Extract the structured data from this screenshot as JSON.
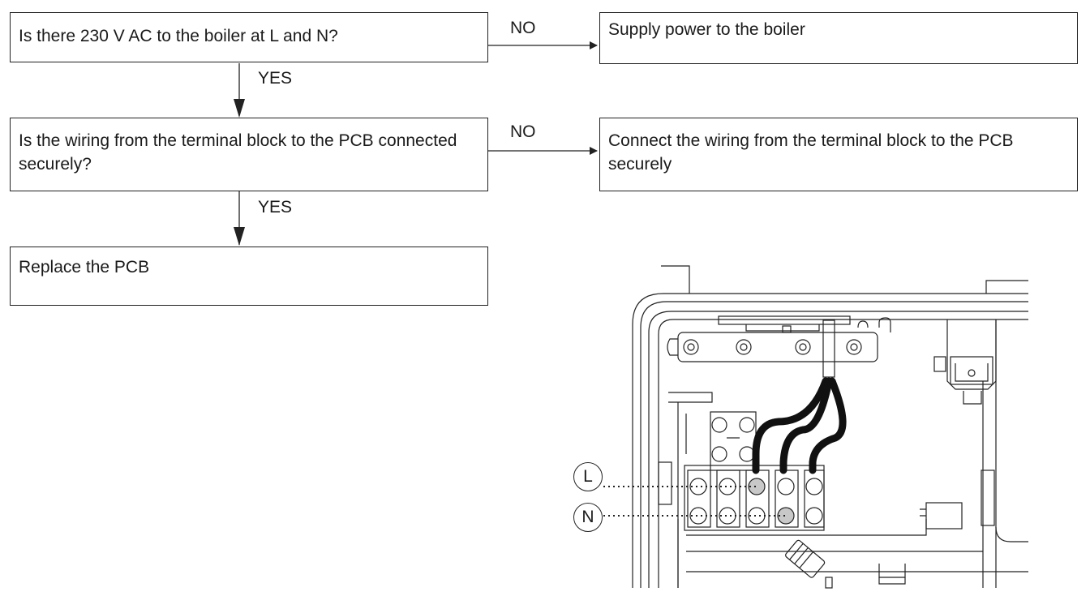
{
  "flowchart": {
    "q1": "Is there 230 V AC to the boiler at L and N?",
    "q1_no_action": "Supply power to the boiler",
    "q2": "Is the wiring from the terminal block to the PCB connected securely?",
    "q2_no_action": "Connect the wiring from the terminal block to the PCB securely",
    "q3_action": "Replace the PCB",
    "no_label": "NO",
    "yes_label": "YES"
  },
  "illustration": {
    "label_l": "L",
    "label_n": "N"
  }
}
